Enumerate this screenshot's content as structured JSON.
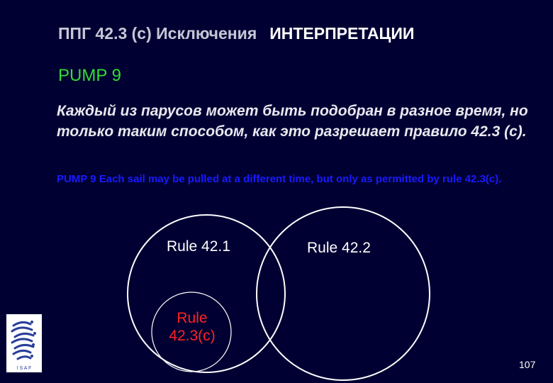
{
  "title": {
    "main": "ППГ 42.3 (с) Исключения",
    "accent": "ИНТЕРПРЕТАЦИИ"
  },
  "pump_heading": "PUMP 9",
  "ru_text": "Каждый из парусов может быть подобран в разное время, но только таким способом, как это разрешает  правило 42.3 (с).",
  "en_text": "PUMP 9 Each sail may be pulled at a different time, but only as permitted by rule 42.3(c).",
  "diagram": {
    "left_label": "Rule 42.1",
    "right_label": "Rule 42.2",
    "inner_label_line1": "Rule",
    "inner_label_line2": "42.3(c)"
  },
  "logo": {
    "letters": "I S A F"
  },
  "page_number": "107",
  "colors": {
    "background": "#000033",
    "heading_green": "#33dd33",
    "english_blue": "#1a1aff",
    "inner_label_red": "#ff2222"
  }
}
